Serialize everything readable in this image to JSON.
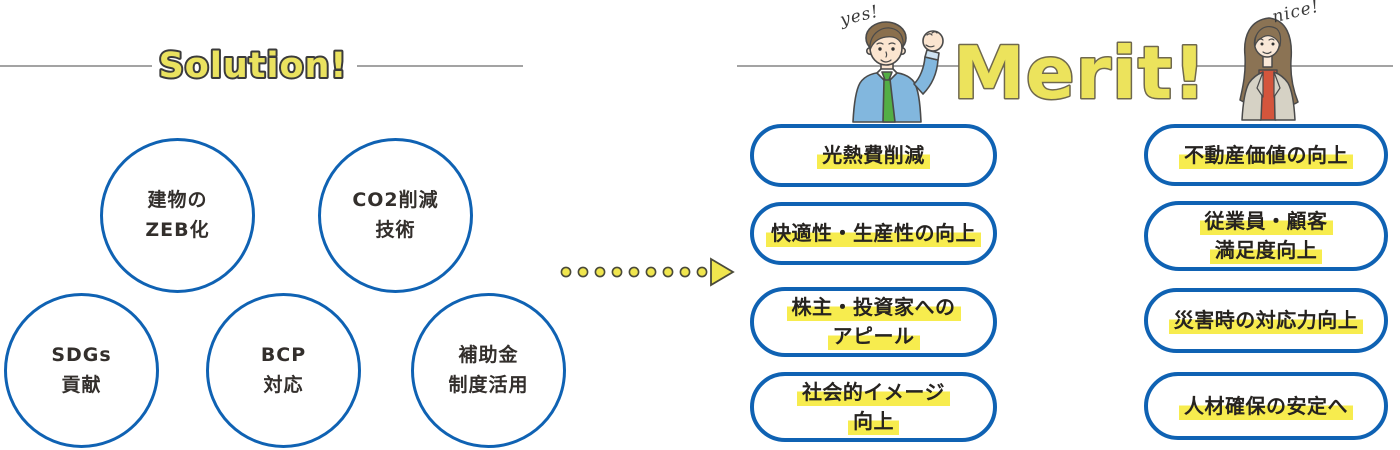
{
  "solution": {
    "heading": "Solution!",
    "circles": [
      {
        "lines": [
          "建物の",
          "ZEB化"
        ]
      },
      {
        "lines": [
          "CO2削減",
          "技術"
        ]
      },
      {
        "lines": [
          "SDGs",
          "貢献"
        ]
      },
      {
        "lines": [
          "BCP",
          "対応"
        ]
      },
      {
        "lines": [
          "補助金",
          "制度活用"
        ]
      }
    ]
  },
  "merit": {
    "heading": "Merit!",
    "man_speech": "yes!",
    "woman_speech": "nice!",
    "left_pills": [
      {
        "lines": [
          "光熱費削減"
        ]
      },
      {
        "lines": [
          "快適性・生産性の向上"
        ]
      },
      {
        "lines": [
          "株主・投資家への",
          "アピール"
        ]
      },
      {
        "lines": [
          "社会的イメージ",
          "向上"
        ]
      }
    ],
    "right_pills": [
      {
        "lines": [
          "不動産価値の向上"
        ]
      },
      {
        "lines": [
          "従業員・顧客",
          "満足度向上"
        ]
      },
      {
        "lines": [
          "災害時の対応力向上"
        ]
      },
      {
        "lines": [
          "人材確保の安定へ"
        ]
      }
    ]
  },
  "colors": {
    "accent_blue": "#0f62b3",
    "highlight_yellow": "#f7ec4e",
    "heading_yellow": "#eae25f",
    "heading_outline_dark": "#3b3b3b",
    "heading_outline_soft": "#6f684e",
    "line_gray": "#a3a3a3",
    "text_dark": "#2f2b28"
  }
}
